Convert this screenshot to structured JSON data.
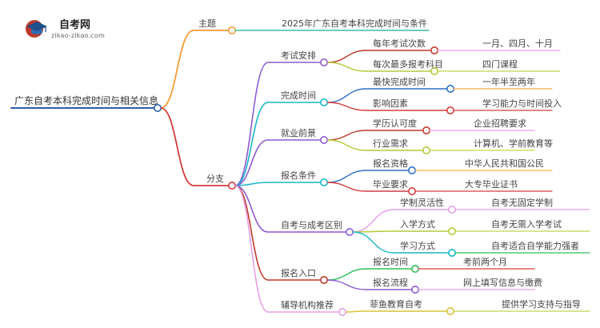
{
  "logo": {
    "title": "自考网",
    "url": "zikao-zikao.com"
  },
  "root": {
    "label": "广东自考本科完成时间与相关信息"
  },
  "topic": {
    "label": "主题",
    "value": "2025年广东自考本科完成时间与条件",
    "color": "#f39c34"
  },
  "branch": {
    "label": "分支",
    "color": "#d63c3c"
  },
  "sections": [
    {
      "label": "考试安排",
      "color": "#8e5bd4",
      "items": [
        {
          "label": "每年考试次数",
          "color": "#c0392b",
          "value": "一月、四月、十月",
          "value_color": "#e79fe6"
        },
        {
          "label": "每次最多报考科目",
          "color": "#b8c93a",
          "value": "四门课程",
          "value_color": "#c7d44a"
        }
      ]
    },
    {
      "label": "完成时间",
      "color": "#17b7c9",
      "items": [
        {
          "label": "最快完成时间",
          "color": "#2e70c8",
          "value": "一年半至两年",
          "value_color": "#f0b24a"
        },
        {
          "label": "影响因素",
          "color": "#d63c3c",
          "value": "学习能力与时间投入",
          "value_color": "#d63c3c"
        }
      ]
    },
    {
      "label": "就业前景",
      "color": "#8e5bd4",
      "items": [
        {
          "label": "学历认可度",
          "color": "#c0392b",
          "value": "企业招聘要求",
          "value_color": "#e79fe6"
        },
        {
          "label": "行业需求",
          "color": "#b8c93a",
          "value": "计算机、学前教育等",
          "value_color": "#c7d44a"
        }
      ]
    },
    {
      "label": "报名条件",
      "color": "#17b7c9",
      "items": [
        {
          "label": "报名资格",
          "color": "#2e70c8",
          "value": "中华人民共和国公民",
          "value_color": "#f0b24a"
        },
        {
          "label": "毕业要求",
          "color": "#d63c3c",
          "value": "大专毕业证书",
          "value_color": "#d63c3c"
        }
      ]
    },
    {
      "label": "自考与成考区别",
      "color": "#8e5bd4",
      "items": [
        {
          "label": "学制灵活性",
          "color": "#e79fe6",
          "value": "自考无固定学制",
          "value_color": "#e79fe6"
        },
        {
          "label": "入学方式",
          "color": "#b8c93a",
          "value": "自考无需入学考试",
          "value_color": "#c7d44a"
        },
        {
          "label": "学习方式",
          "color": "#17b7c9",
          "value": "自考适合自学能力强者",
          "value_color": "#2fbf5b"
        }
      ]
    },
    {
      "label": "报名入口",
      "color": "#c0392b",
      "items": [
        {
          "label": "报名时间",
          "color": "#2fbf5b",
          "value": "考前两个月",
          "value_color": "#d63c3c"
        },
        {
          "label": "报名流程",
          "color": "#8e5bd4",
          "value": "网上填写信息与缴费",
          "value_color": "#e79fe6"
        }
      ]
    },
    {
      "label": "辅导机构推荐",
      "color": "#e79fe6",
      "items": [
        {
          "label": "菲鱼教育自考",
          "color": "#d9c23a",
          "value": "提供学习支持与指导",
          "value_color": "#c7d44a"
        }
      ]
    }
  ]
}
